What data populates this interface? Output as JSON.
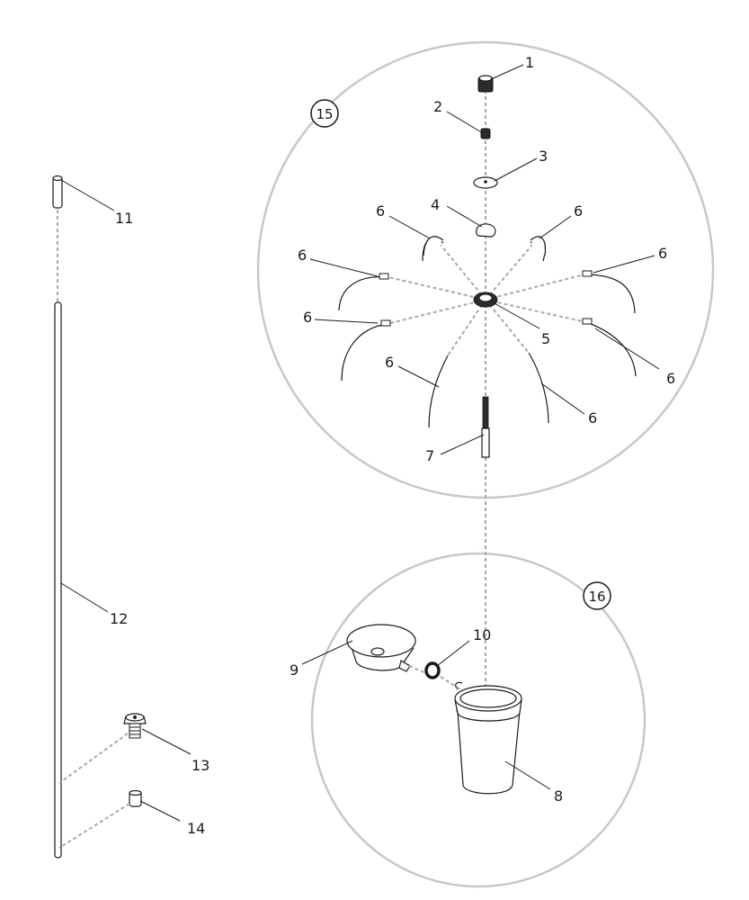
{
  "colors": {
    "line": "#1a1a1a",
    "leader_dash": "#a9a9a9",
    "detail_circle": "#c8c8c8",
    "background": "#ffffff"
  },
  "detail_views": [
    {
      "id": "15",
      "label": "15"
    },
    {
      "id": "16",
      "label": "16"
    }
  ],
  "parts": {
    "p1": "1",
    "p2": "2",
    "p3": "3",
    "p4": "4",
    "p5": "5",
    "p6": "6",
    "p7": "7",
    "p8": "8",
    "p9": "9",
    "p10": "10",
    "p11": "11",
    "p12": "12",
    "p13": "13",
    "p14": "14"
  }
}
